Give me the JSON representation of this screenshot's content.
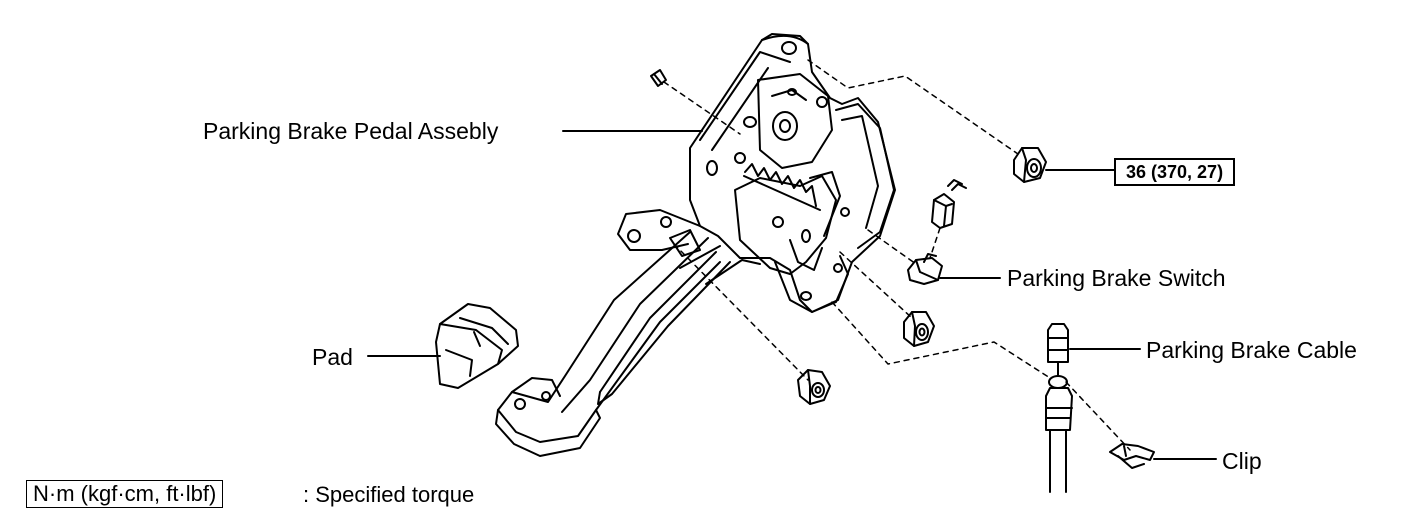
{
  "labels": {
    "pedal_assembly": "Parking Brake Pedal Assebly",
    "switch": "Parking Brake Switch",
    "cable": "Parking Brake Cable",
    "pad": "Pad",
    "clip": "Clip"
  },
  "torque": {
    "nut_spec": "36 (370, 27)"
  },
  "legend": {
    "units": "N·m (kgf·cm, ft·lbf)",
    "description": ": Specified torque"
  }
}
